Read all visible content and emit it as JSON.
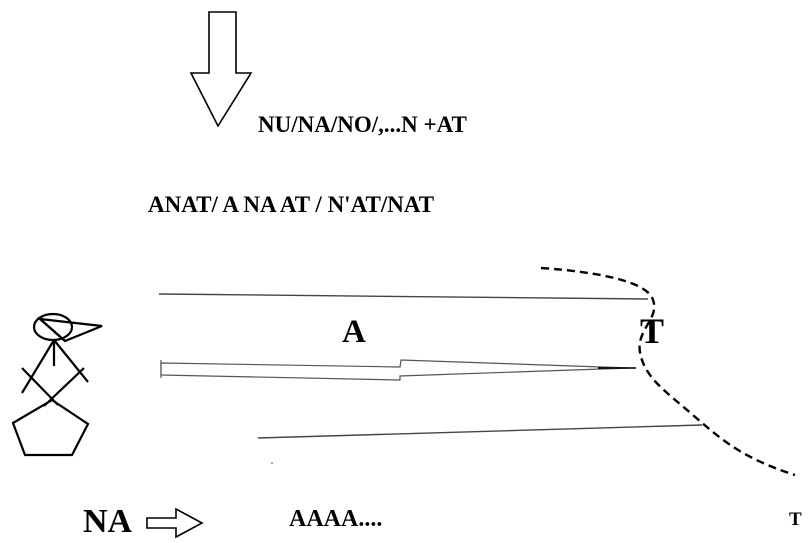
{
  "labels": {
    "formula_top": "NU/NA/NO/,...N +AT",
    "formula_mid": "ANAT/ A NA  AT / N'AT/NAT",
    "arrow_label_a": "A",
    "boundary_label_t": "T",
    "corner_label_t": "T",
    "bottom_left": "NA",
    "bottom_right": "AAAA...."
  },
  "colors": {
    "ink": "#000000",
    "line": "#555555",
    "background": "#ffffff"
  },
  "icons": {
    "down_arrow": "down-arrow-outline",
    "right_arrow": "right-arrow-outline",
    "figure": "stick-figure-on-pentagon"
  }
}
